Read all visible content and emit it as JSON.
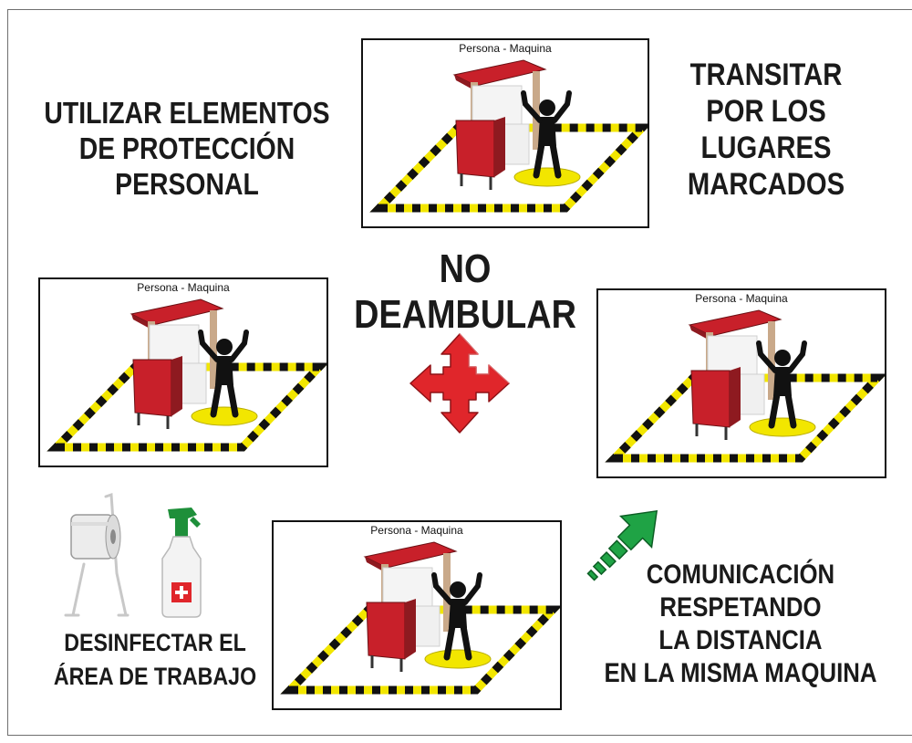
{
  "headings": {
    "ppe": [
      "UTILIZAR ELEMENTOS",
      "DE PROTECCIÓN",
      "PERSONAL"
    ],
    "transit": [
      "TRANSITAR",
      "POR LOS",
      "LUGARES",
      "MARCADOS"
    ],
    "no_wander": [
      "NO",
      "DEAMBULAR"
    ],
    "disinfect": [
      "DESINFECTAR EL",
      "ÁREA DE TRABAJO"
    ],
    "communication": [
      "COMUNICACIÓN",
      "RESPETANDO",
      "LA DISTANCIA",
      "EN LA MISMA MAQUINA"
    ]
  },
  "panels": [
    {
      "caption": "Persona - Maquina"
    },
    {
      "caption": "Persona - Maquina"
    },
    {
      "caption": "Persona - Maquina"
    },
    {
      "caption": "Persona - Maquina"
    }
  ],
  "icons": [
    "paper-towel-dispenser-icon",
    "spray-bottle-icon",
    "four-arrow-cross-icon",
    "dashed-arrow-icon"
  ],
  "colors": {
    "warning_yellow": "#f2e600",
    "warning_black": "#111111",
    "machine_red": "#c8202a",
    "arrow_red": "#e0262b",
    "arrow_green": "#1fa345"
  }
}
